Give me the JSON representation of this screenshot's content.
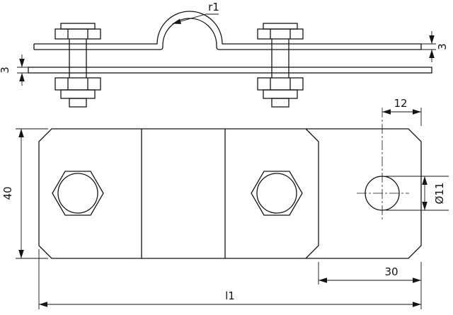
{
  "drawing": {
    "dimensions": {
      "loop_radius": "r1",
      "lower_plate_thickness": "3",
      "upper_plate_thickness": "3",
      "hole_edge_distance": "12",
      "plate_width": "40",
      "hole_diameter": "Ø11",
      "end_section_length": "30",
      "overall_length": "l1"
    },
    "colors": {
      "line": "#151515",
      "background": "#ffffff"
    }
  }
}
